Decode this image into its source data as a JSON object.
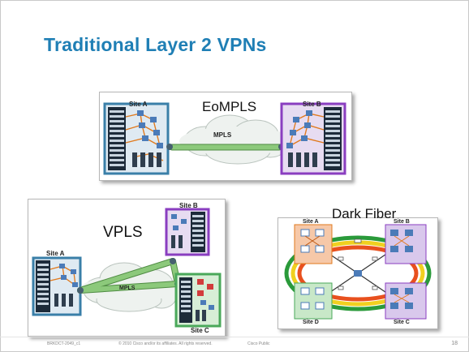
{
  "slide": {
    "title": "Traditional Layer 2 VPNs",
    "footer_id": "BRKDCT-2049_c1",
    "footer_copyright": "© 2010 Cisco and/or its affiliates. All rights reserved.",
    "footer_public": "Cisco Public",
    "page_number": "18"
  },
  "eompls": {
    "heading": "EoMPLS",
    "site_a": "Site A",
    "site_b": "Site B",
    "cloud_label": "MPLS",
    "colors": {
      "site_a_frame": "#3a7fa8",
      "site_b_frame": "#8a3ec0",
      "pipe": "#8cc97b"
    }
  },
  "vpls": {
    "heading": "VPLS",
    "site_a": "Site A",
    "site_b": "Site B",
    "site_c": "Site C",
    "cloud_label": "MPLS",
    "colors": {
      "site_a_frame": "#3a7fa8",
      "site_b_frame": "#8a3ec0",
      "site_c_frame": "#4aa85a",
      "pipe": "#8cc97b"
    }
  },
  "dark_fiber": {
    "heading": "Dark Fiber",
    "site_a": "Site A",
    "site_b": "Site B",
    "site_c": "Site C",
    "site_d": "Site D",
    "colors": {
      "site_a_fill": "#f6c8a8",
      "site_b_fill": "#d9c8ec",
      "site_c_fill": "#d9c8ec",
      "site_d_fill": "#c8e8c8",
      "ring_outer": "#2a9a3a",
      "ring_mid": "#f0d020",
      "ring_inner": "#e8501e"
    }
  }
}
